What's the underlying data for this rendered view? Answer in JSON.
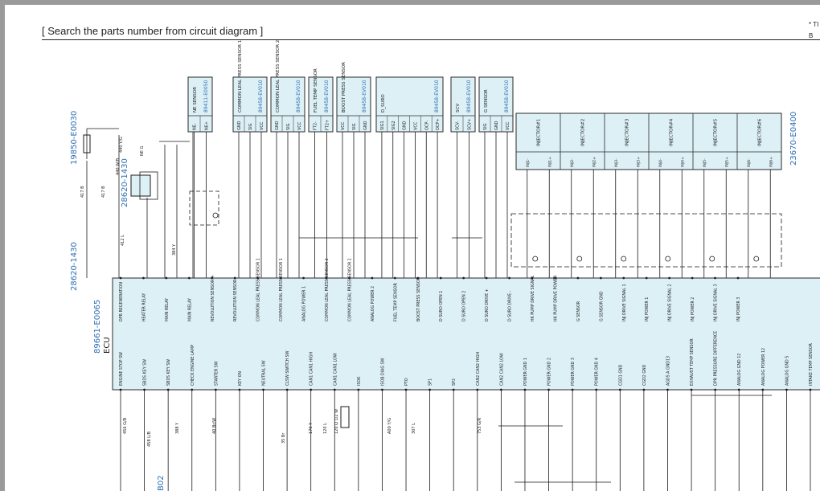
{
  "header": {
    "title": "[ Search the parts number from circuit diagram ]",
    "note_1": "* TI",
    "note_2": "B"
  },
  "colors": {
    "wire": "#1a1a1a",
    "part_number": "#2f6fb3",
    "box_fill": "#dcf0f6",
    "box_stroke": "#2a2a2a"
  },
  "ecu": {
    "part_number": "89661-E0065",
    "label": "ECU"
  },
  "side_parts": {
    "fuse": "19850-E0030",
    "heater_relay": "28620-1430",
    "heater_relay_2": "28620-1430",
    "injector_part": "23670-E0400",
    "bottom_part": "B02"
  },
  "sensors": [
    {
      "name": "NE SENSOR",
      "part": "89411-E0050",
      "pins": [
        "NE-",
        "NE+"
      ]
    },
    {
      "name": "COMMON LEAL PRESS SENSOR 1",
      "part": "89458-EV010",
      "pins": [
        "GND",
        "SIG",
        "VCC"
      ]
    },
    {
      "name": "COMMON LEAL PRESS SENSOR 2",
      "part": "89458-EV010",
      "pins": [
        "GND",
        "SIG",
        "VCC"
      ]
    },
    {
      "name": "FUEL TEMP SENSOR",
      "part": "89458-EV010",
      "pins": [
        "FT2-",
        "FT2+"
      ]
    },
    {
      "name": "BOOST PRESS SENSOR",
      "part": "89458-EV010",
      "pins": [
        "VCC",
        "SIG",
        "GND"
      ]
    },
    {
      "name": "D_SURO",
      "part": "89458-EV010",
      "pins": [
        "SIG1",
        "SIG2",
        "GND",
        "VCC",
        "OCP-",
        "OCP+"
      ]
    },
    {
      "name": "SCV",
      "part": "89458-EV010",
      "pins": [
        "SCV-",
        "SCV+"
      ]
    },
    {
      "name": "G SENSOR",
      "part": "89458-EV010",
      "pins": [
        "SIG",
        "GND",
        "VCC"
      ]
    }
  ],
  "injectors": {
    "labels": [
      "INJECTOR#1",
      "INJECTOR#2",
      "INJECTOR#3",
      "INJECTOR#4",
      "INJECTOR#5",
      "INJECTOR#6"
    ],
    "pins": [
      "INJ1-",
      "INJ1+",
      "INJ2-",
      "INJ2+",
      "INJ3-",
      "INJ3+",
      "INJ4-",
      "INJ4+",
      "INJ5-",
      "INJ5+",
      "INJ6-",
      "INJ6+"
    ]
  },
  "ecu_top_signals": [
    "DPR REGENERATION",
    "HEATER RELAY",
    "MAIN RELAY",
    "MAIN RELAY",
    "REVOLUTION SENSOR +",
    "REVOLUTION SENSOR -",
    "COMMON LEAL PRESS SENSOR 1",
    "COMMON LEAL PRESS SENSOR 1",
    "ANALOG POWER 1",
    "COMMON LEAL PRESS SENSOR 2",
    "COMMON LEAL PRESS SENSOR 2",
    "ANALOG POWER 2",
    "FUEL TEMP SENSOR",
    "BOOST PRESS SENSOR",
    "D SURO OPEN 1",
    "D SURO OPEN 2",
    "D SURO DRIVE +",
    "D SURO DRIVE -",
    "HK PUMP DRIVE SIGNAL",
    "HK PUMP DRIVE POWER",
    "G SENSOR",
    "G SENSOR GND",
    "INJ DRIVE SIGNAL 1",
    "INJ POWER 1",
    "INJ DRIVE SIGNAL 2",
    "INJ POWER 2",
    "INJ DRIVE SIGNAL 3",
    "INJ POWER 3"
  ],
  "ecu_bottom_signals": [
    "ENGINE STOP SW",
    "SBDS KEY SW",
    "SBDS KEY SW",
    "CHECK ENGINE LAMP",
    "STARTER SW",
    "KEY ON",
    "NEUTRAL SW",
    "CLSW SWITCH SW",
    "CAN1 CAN1 HIGH",
    "CAN1 CAN1 LOW",
    "ISOK",
    "ISOB DIAG SW",
    "PTO",
    "SP1",
    "SP2",
    "CAN2 CAN2 HIGH",
    "CAN2 CAN2 LOW",
    "POWER GND 1",
    "POWER GND 2",
    "POWER GND 3",
    "POWER GND 4",
    "CGD1 GND",
    "CGD2 GND",
    "AGDS A GND13",
    "EXHAUST TEMP SENSOR",
    "DPR PRESSURE DIFFERENCE",
    "ANALOG GND 12",
    "ANALOG POWER 12",
    "ANALOG GND 5",
    "INTAKE TEMP SENSOR"
  ],
  "wire_labels": [
    "440 Y/G",
    "412 L",
    "384 Y",
    "417 B",
    "440 W/B",
    "456 G/B",
    "458 L/B",
    "388 Y",
    "40 Br/W",
    "35 Br",
    "170 Y",
    "120 L",
    "A00 Y/G",
    "307 L",
    "753 G/R",
    "NE G",
    "417 B"
  ],
  "resistor_label": "120 Ω 1/2 W"
}
